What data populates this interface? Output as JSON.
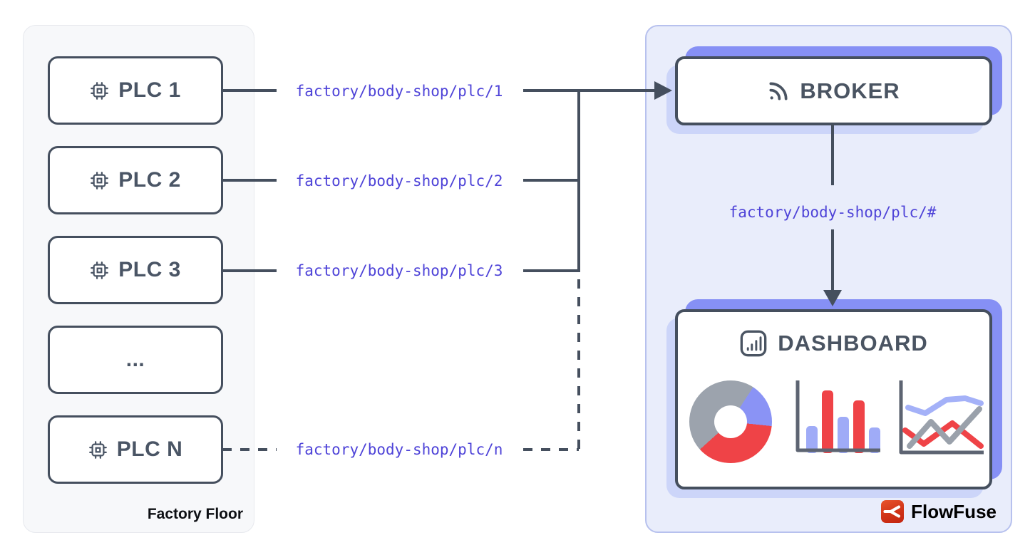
{
  "factory_floor": {
    "label": "Factory Floor",
    "plc_boxes": [
      {
        "label": "PLC 1",
        "icon": "cpu-chip-icon"
      },
      {
        "label": "PLC 2",
        "icon": "cpu-chip-icon"
      },
      {
        "label": "PLC 3",
        "icon": "cpu-chip-icon"
      },
      {
        "label": "...",
        "icon": null
      },
      {
        "label": "PLC N",
        "icon": "cpu-chip-icon"
      }
    ]
  },
  "topics": {
    "plc1": "factory/body-shop/plc/1",
    "plc2": "factory/body-shop/plc/2",
    "plc3": "factory/body-shop/plc/3",
    "plcn": "factory/body-shop/plc/n",
    "wildcard": "factory/body-shop/plc/#"
  },
  "broker": {
    "label": "BROKER",
    "icon": "rss-feed-icon"
  },
  "dashboard": {
    "label": "DASHBOARD",
    "icon": "bar-chart-icon"
  },
  "branding": {
    "label": "FlowFuse",
    "icon": "flowfuse-logo-icon"
  },
  "colors": {
    "line": "#454f5e",
    "topic_text": "#4e43d8",
    "panel_right_bg": "#e9edfb",
    "panel_right_border": "#b7c1ee",
    "panel_left_bg": "#f7f8fa",
    "accent_dark": "#8690f5",
    "accent_light": "#ccd5f9",
    "chart_blue": "#9fabf7",
    "chart_red": "#ef4347",
    "chart_gray": "#9ca3ad",
    "brand_red": "#d03317"
  },
  "chart_data": [
    {
      "type": "pie",
      "variant": "donut",
      "title": "dashboard donut illustration",
      "slices": [
        {
          "label": "gray",
          "value": 46,
          "color": "#9ca3ad"
        },
        {
          "label": "blue",
          "value": 17,
          "color": "#8a93f5"
        },
        {
          "label": "red",
          "value": 37,
          "color": "#ef4347"
        }
      ]
    },
    {
      "type": "bar",
      "title": "dashboard bar illustration",
      "values": [
        34,
        84,
        47,
        70,
        32
      ],
      "colors": [
        "#9fabf7",
        "#ef4347",
        "#9fabf7",
        "#ef4347",
        "#9fabf7"
      ]
    },
    {
      "type": "line",
      "title": "dashboard line illustration",
      "series": [
        {
          "name": "blue",
          "color": "#a4b1f8",
          "points": [
            [
              20,
              44
            ],
            [
              44,
              52
            ],
            [
              74,
              33
            ],
            [
              100,
              31
            ],
            [
              122,
              38
            ]
          ]
        },
        {
          "name": "gray",
          "color": "#9aa1ab",
          "points": [
            [
              22,
              98
            ],
            [
              52,
              64
            ],
            [
              78,
              92
            ],
            [
              120,
              46
            ]
          ]
        },
        {
          "name": "red",
          "color": "#ef4347",
          "points": [
            [
              16,
              76
            ],
            [
              42,
              95
            ],
            [
              82,
              66
            ],
            [
              122,
              98
            ]
          ]
        }
      ]
    }
  ]
}
